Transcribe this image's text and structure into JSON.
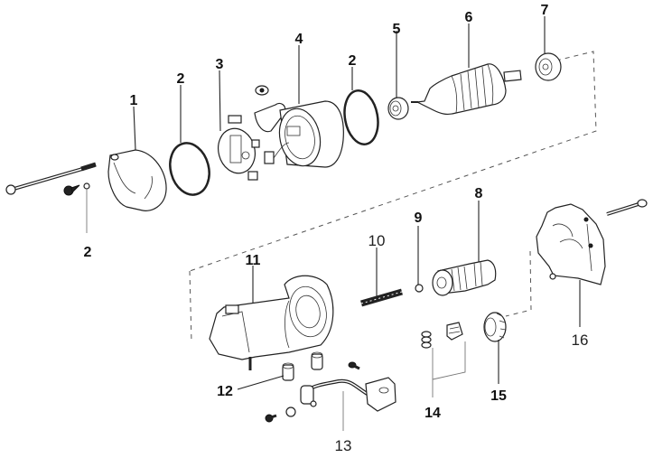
{
  "diagram": {
    "title": "Starter motor exploded view",
    "callouts": [
      {
        "id": "c1",
        "label": "1",
        "part": "commutator-end-frame"
      },
      {
        "id": "c2a",
        "label": "2",
        "part": "o-ring"
      },
      {
        "id": "c2b",
        "label": "2",
        "part": "o-ring"
      },
      {
        "id": "c2c",
        "label": "2",
        "part": "o-ring"
      },
      {
        "id": "c3",
        "label": "3",
        "part": "brush-holder"
      },
      {
        "id": "c4",
        "label": "4",
        "part": "yoke-assembly"
      },
      {
        "id": "c5",
        "label": "5",
        "part": "bearing"
      },
      {
        "id": "c6",
        "label": "6",
        "part": "armature"
      },
      {
        "id": "c7",
        "label": "7",
        "part": "bearing"
      },
      {
        "id": "c8",
        "label": "8",
        "part": "starter-clutch"
      },
      {
        "id": "c9",
        "label": "9",
        "part": "steel-ball"
      },
      {
        "id": "c10",
        "label": "10",
        "part": "return-spring"
      },
      {
        "id": "c11",
        "label": "11",
        "part": "magnetic-switch"
      },
      {
        "id": "c12",
        "label": "12",
        "part": "contact-plate"
      },
      {
        "id": "c13",
        "label": "13",
        "part": "lead-wire"
      },
      {
        "id": "c14",
        "label": "14",
        "part": "bearing-retainer"
      },
      {
        "id": "c15",
        "label": "15",
        "part": "idler-gear"
      },
      {
        "id": "c16",
        "label": "16",
        "part": "starter-housing"
      }
    ]
  }
}
